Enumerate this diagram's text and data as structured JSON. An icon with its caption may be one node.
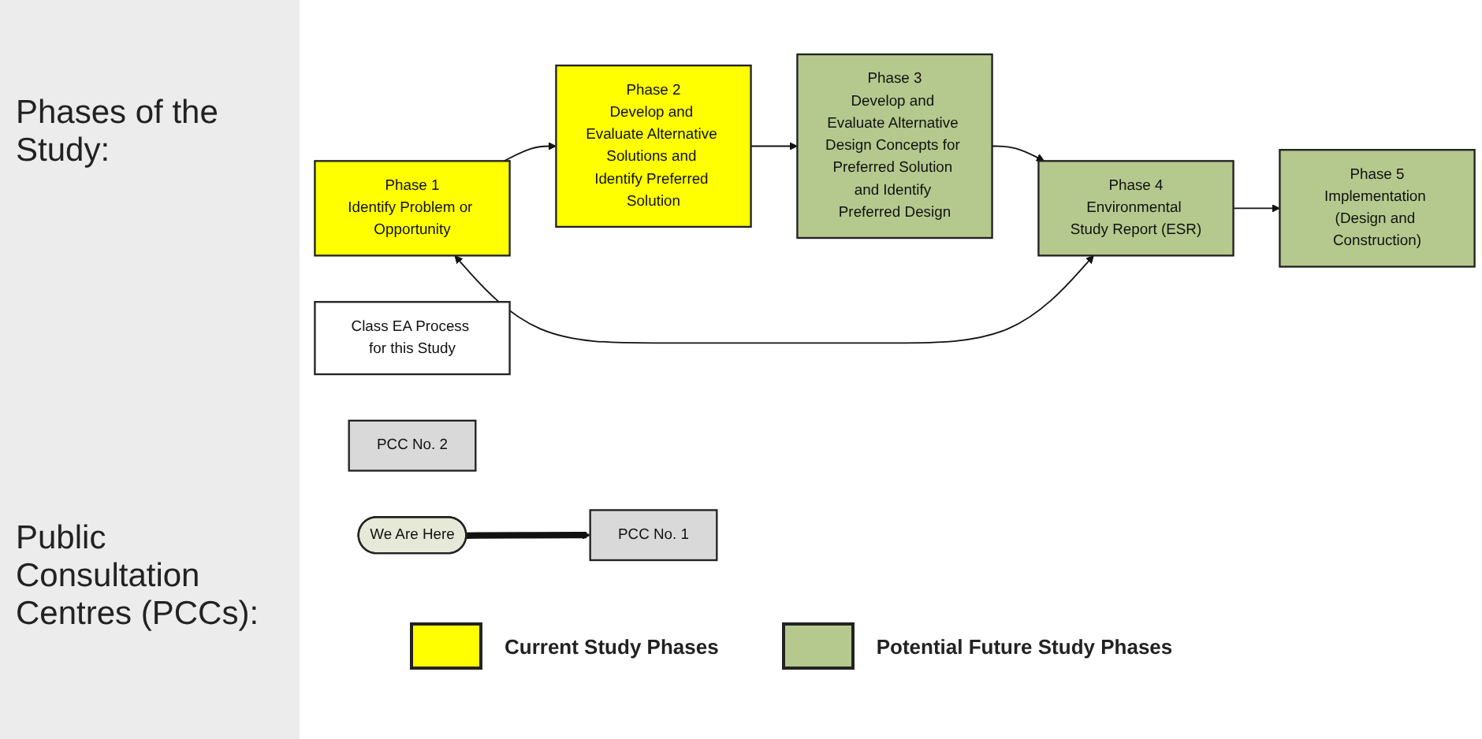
{
  "diagram": {
    "nodes": [
      {
        "text": [
          "Phase 1",
          "Identify Problem or Opportunity"
        ]
      },
      {
        "text": [
          "Phase 2",
          "Develop and Evaluate Alternative Solutions and Identify Preferred Solution"
        ]
      },
      {
        "text": [
          "Phase 3",
          "Develop and Evaluate Alternative Design Concepts for Preferred Solution and Identify Preferred Design"
        ]
      },
      {
        "text": [
          "Phase 4",
          "Environmental Study Report (ESR)"
        ]
      },
      {
        "text": [
          "Phase 5",
          "Implementation (Design and Construction)"
        ]
      },
      {
        "text": [
          "Class EA Process for this Study"
        ]
      },
      {
        "text": [
          "PCC No. 1"
        ]
      },
      {
        "text": [
          "PCC No. 2"
        ]
      },
      {
        "text": [
          "We Are Here"
        ]
      }
    ],
    "edges": [
      {
        "from": 0,
        "to": 1,
        "arrow": "to"
      },
      {
        "from": 1,
        "to": 2,
        "arrow": "to"
      },
      {
        "from": 2,
        "to": 3,
        "arrow": "to"
      },
      {
        "from": 3,
        "to": 4,
        "arrow": "to"
      },
      {
        "from": 0,
        "to": 3,
        "arrow": "both"
      },
      {
        "from": 8,
        "to": 6,
        "arrow": "to",
        "style": "thick"
      }
    ],
    "labels": [
      "Phases of the Study:",
      "Public Consultation Centres (PCCs):"
    ],
    "legend": [
      {
        "text": "Current Study Phases",
        "color": "#ffff00"
      },
      {
        "text": "Potential Future Study Phases",
        "color": "#b5c98e"
      }
    ]
  }
}
